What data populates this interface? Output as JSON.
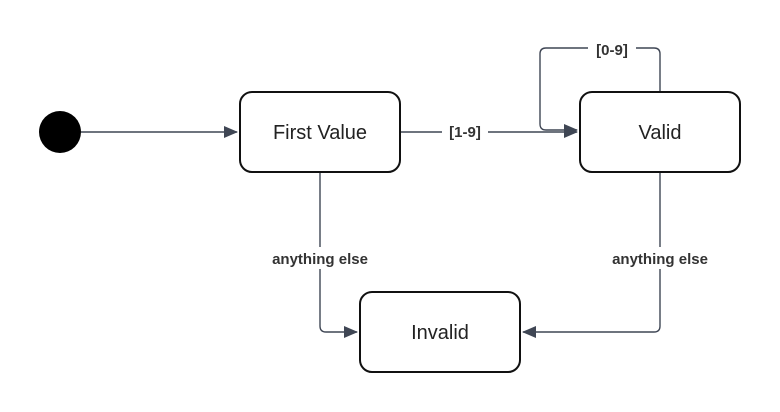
{
  "diagram": {
    "type": "state-diagram",
    "start": "start",
    "states": {
      "first_value": "First Value",
      "valid": "Valid",
      "invalid": "Invalid"
    },
    "transitions": [
      {
        "from": "start",
        "to": "first_value",
        "label": ""
      },
      {
        "from": "first_value",
        "to": "valid",
        "label": "[1-9]"
      },
      {
        "from": "valid",
        "to": "valid",
        "label": "[0-9]"
      },
      {
        "from": "first_value",
        "to": "invalid",
        "label": "anything else"
      },
      {
        "from": "valid",
        "to": "invalid",
        "label": "anything else"
      }
    ]
  },
  "colors": {
    "node_stroke": "#111111",
    "edge_stroke": "#3f4654",
    "start_fill": "#000000",
    "text": "#222222"
  }
}
